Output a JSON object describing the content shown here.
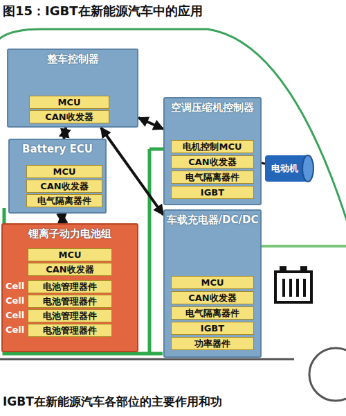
{
  "diagram": {
    "title": "图15：IGBT在新能源汽车中的应用",
    "caption": "IGBT在新能源汽车各部位的主要作用和功",
    "nodes": [
      {
        "text": [
          "整车控制器"
        ]
      },
      {
        "text": [
          "MCU"
        ],
        "in": 0
      },
      {
        "text": [
          "CAN收发器"
        ],
        "in": 0
      },
      {
        "text": [
          "Battery ECU"
        ]
      },
      {
        "text": [
          "MCU"
        ],
        "in": 3
      },
      {
        "text": [
          "CAN收发器"
        ],
        "in": 3
      },
      {
        "text": [
          "电气隔离器件"
        ],
        "in": 3
      },
      {
        "text": [
          "锂离子动力电池组"
        ]
      },
      {
        "text": [
          "MCU"
        ],
        "in": 7
      },
      {
        "text": [
          "CAN收发器"
        ],
        "in": 7
      },
      {
        "text": [
          "Cell",
          "电池管理器件"
        ],
        "in": 7
      },
      {
        "text": [
          "Cell",
          "电池管理器件"
        ],
        "in": 7
      },
      {
        "text": [
          "Cell",
          "电池管理器件"
        ],
        "in": 7
      },
      {
        "text": [
          "Cell",
          "电池管理器件"
        ],
        "in": 7
      },
      {
        "text": [
          "空调压缩机控制器"
        ]
      },
      {
        "text": [
          "电机控制MCU"
        ],
        "in": 14
      },
      {
        "text": [
          "CAN收发器"
        ],
        "in": 14
      },
      {
        "text": [
          "电气隔离器件"
        ],
        "in": 14
      },
      {
        "text": [
          "IGBT"
        ],
        "in": 14
      },
      {
        "text": [
          "电动机"
        ]
      },
      {
        "text": [
          "车载充电器/DC/DC"
        ]
      },
      {
        "text": [
          "MCU"
        ],
        "in": 20
      },
      {
        "text": [
          "CAN收发器"
        ],
        "in": 20
      },
      {
        "text": [
          "电气隔离器件"
        ],
        "in": 20
      },
      {
        "text": [
          "IGBT"
        ],
        "in": 20
      },
      {
        "text": [
          "功率器件"
        ],
        "in": 20
      }
    ],
    "edges": [
      {
        "from": 0,
        "to": 14,
        "arrow": "both"
      },
      {
        "from": 0,
        "to": 20,
        "arrow": "both"
      },
      {
        "from": 0,
        "to": 3,
        "arrow": "both"
      },
      {
        "from": 3,
        "to": 7,
        "arrow": "both"
      },
      {
        "from": 14,
        "to": 19,
        "arrow": "none"
      }
    ]
  }
}
